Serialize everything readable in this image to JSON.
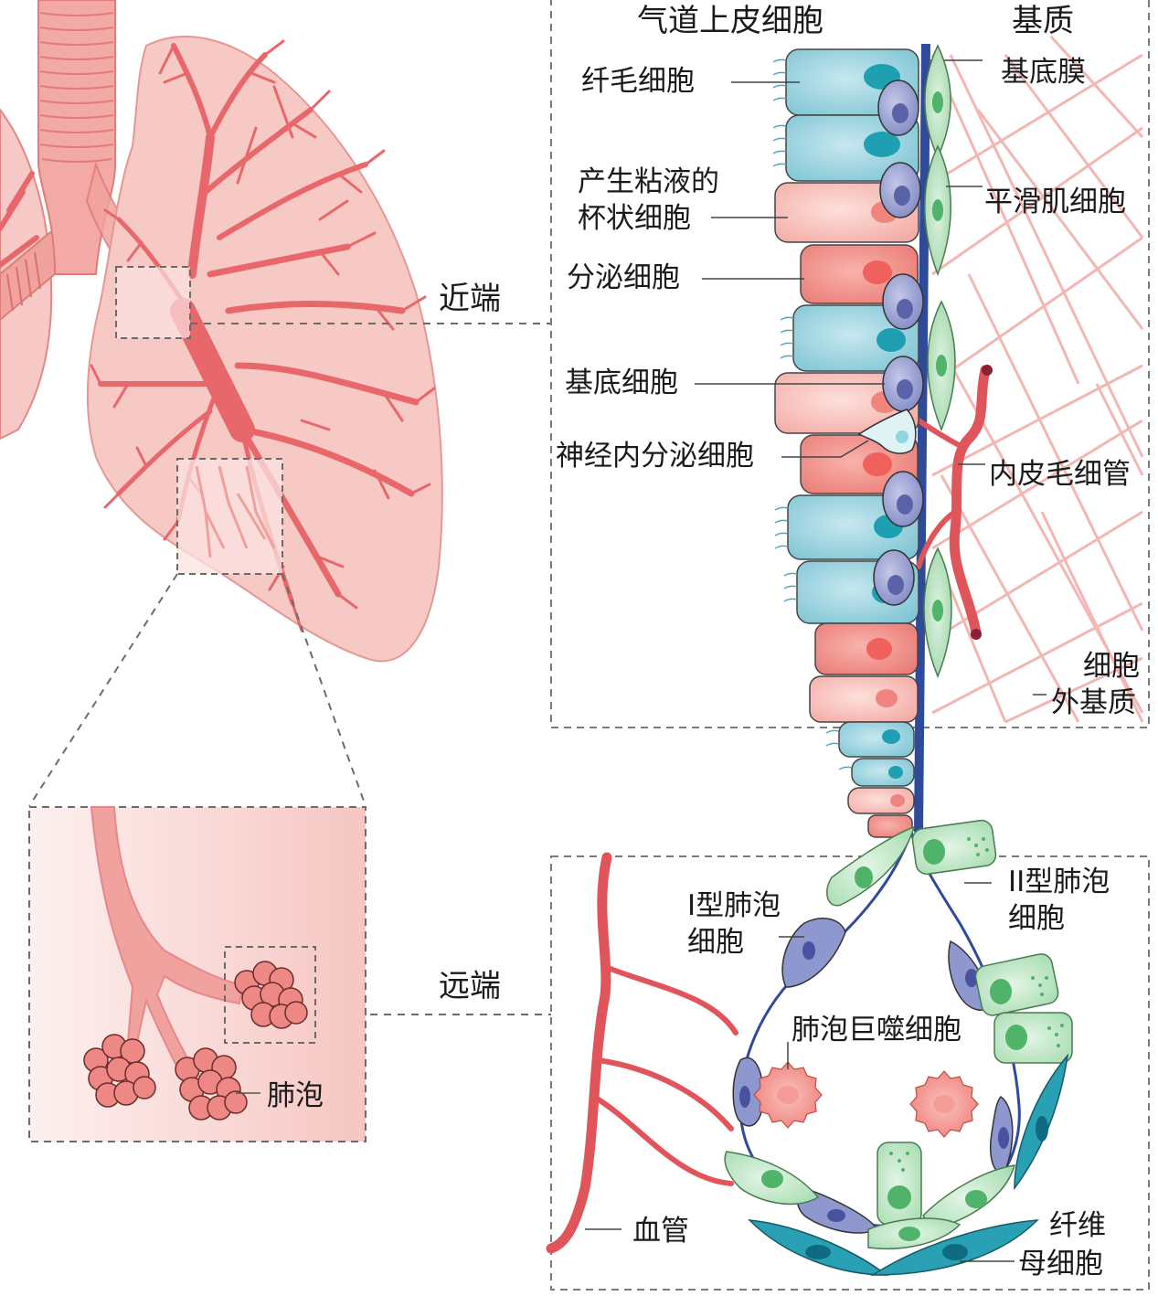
{
  "figure": {
    "title": "气道上皮细胞",
    "region_labels": {
      "proximal": "近端",
      "distal": "远端"
    },
    "colors": {
      "lung_fill": "#f6c4c0",
      "lung_stroke": "#e07b78",
      "airway_branch": "#e8676a",
      "ciliated_cell": "#8ecfdc",
      "ciliated_nucleus": "#1e9fb2",
      "goblet_cell": "#f7b8b2",
      "secretory_cell": "#f08a84",
      "basal_cell": "#8f96c9",
      "basal_nucleus": "#5a62a8",
      "basement_membrane": "#2f4a9a",
      "smooth_muscle": "#a8dcb0",
      "smooth_muscle_nucleus": "#4fb36a",
      "capillary": "#e0555a",
      "ecm_fibers": "#f2a8a4",
      "type1_cell": "#8e98cf",
      "type2_cell": "#b7e4be",
      "macrophage": "#f28882",
      "fibroblast": "#2aa0b4",
      "dashed_box": "#7a7a7a"
    },
    "proximal_panel": {
      "header_left": "气道上皮细胞",
      "header_right": "基质",
      "labels": {
        "ciliated": "纤毛细胞",
        "goblet_line1": "产生粘液的",
        "goblet_line2": "杯状细胞",
        "secretory": "分泌细胞",
        "basal": "基底细胞",
        "neuroendocrine": "神经内分泌细胞",
        "basement_membrane": "基底膜",
        "smooth_muscle": "平滑肌细胞",
        "capillary": "内皮毛细管",
        "ecm_line1": "细胞",
        "ecm_line2": "外基质"
      }
    },
    "distal_panel": {
      "labels": {
        "type1_line1": "I型肺泡",
        "type1_line2": "细胞",
        "type2_line1": "II型肺泡",
        "type2_line2": "细胞",
        "macrophage": "肺泡巨噬细胞",
        "blood_vessel": "血管",
        "fibroblast_line1": "纤维",
        "fibroblast_line2": "母细胞"
      }
    },
    "alveoli_inset": {
      "label": "肺泡"
    }
  }
}
